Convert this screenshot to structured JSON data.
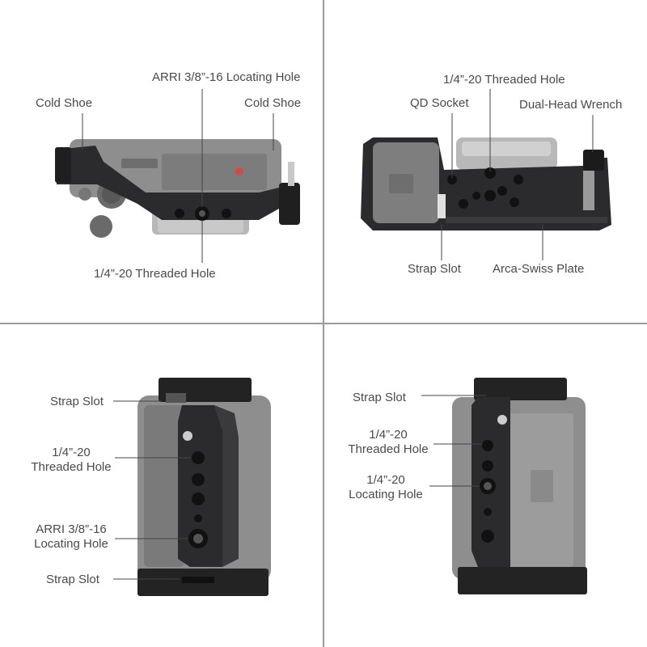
{
  "panels": {
    "top_left": {
      "arri_label": "ARRI 3/8”-16 Locating Hole",
      "cold_shoe_left": "Cold Shoe",
      "cold_shoe_right": "Cold Shoe",
      "threaded_hole": "1/4”-20 Threaded Hole"
    },
    "top_right": {
      "threaded_hole": "1/4”-20 Threaded Hole",
      "qd_socket": "QD Socket",
      "dual_head_wrench": "Dual-Head Wrench",
      "strap_slot": "Strap Slot",
      "arca_swiss": "Arca-Swiss Plate"
    },
    "bottom_left": {
      "strap_slot_top": "Strap Slot",
      "threaded_hole_1": "1/4”-20",
      "threaded_hole_2": "Threaded Hole",
      "arri_1": "ARRI 3/8”-16",
      "arri_2": "Locating Hole",
      "strap_slot_bottom": "Strap Slot"
    },
    "bottom_right": {
      "strap_slot": "Strap Slot",
      "threaded_hole_1": "1/4”-20",
      "threaded_hole_2": "Threaded Hole",
      "locating_hole_1": "1/4”-20",
      "locating_hole_2": "Locating Hole"
    }
  },
  "colors": {
    "background": "#ffffff",
    "divider": "#9a9a9a",
    "cage_dark": "#2b2b2d",
    "camera_gray": "#8e8e8e",
    "label_text": "#4a4a4a"
  }
}
